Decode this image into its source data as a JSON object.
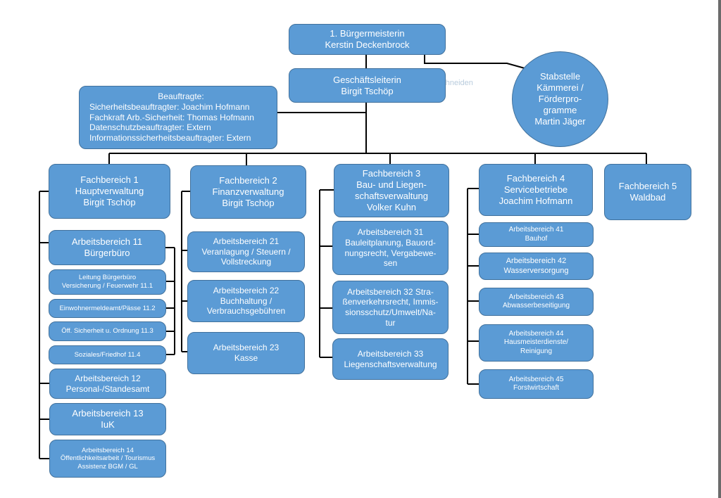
{
  "mayor": {
    "lines": [
      "1. Bürgermeisterin",
      "Kerstin Deckenbrock"
    ]
  },
  "manager": {
    "lines": [
      "Geschäftsleiterin",
      "Birgit Tschöp"
    ]
  },
  "staff_unit": {
    "lines": [
      "Stabstelle",
      "Kämmerei /",
      "Förderpro-",
      "gramme",
      "Martin Jäger"
    ]
  },
  "commissioners": {
    "lines": [
      "Beauftragte:",
      "Sicherheitsbeauftragter: Joachim Hofmann",
      "Fachkraft Arb.-Sicherheit: Thomas Hofmann",
      "Datenschutzbeauftragter: Extern",
      "Informationssicherheitsbeauftragter: Extern"
    ]
  },
  "ghost_text": "teckiges Ausschneiden",
  "departments": {
    "fb1": {
      "lines": [
        "Fachbereich 1",
        "Hauptverwaltung",
        "Birgit Tschöp"
      ]
    },
    "fb2": {
      "lines": [
        "Fachbereich 2",
        "Finanzverwaltung",
        "Birgit Tschöp"
      ]
    },
    "fb3": {
      "lines": [
        "Fachbereich 3",
        "Bau- und Liegen-",
        "schaftsverwaltung",
        "Volker Kuhn"
      ]
    },
    "fb4": {
      "lines": [
        "Fachbereich 4",
        "Servicebetriebe",
        "Joachim Hofmann"
      ]
    },
    "fb5": {
      "lines": [
        "Fachbereich 5",
        "Waldbad"
      ]
    }
  },
  "units": {
    "ab11": {
      "lines": [
        "Arbeitsbereich 11",
        "Bürgerbüro"
      ]
    },
    "ab111": {
      "lines": [
        "Leitung Bürgerbüro",
        "Versicherung / Feuerwehr 11.1"
      ]
    },
    "ab112": {
      "lines": [
        "Einwohnermeldeamt/Pässe 11.2"
      ]
    },
    "ab113": {
      "lines": [
        "Öff. Sicherheit u. Ordnung 11.3"
      ]
    },
    "ab114": {
      "lines": [
        "Soziales/Friedhof 11.4"
      ]
    },
    "ab12": {
      "lines": [
        "Arbeitsbereich 12",
        "Personal-/Standesamt"
      ]
    },
    "ab13": {
      "lines": [
        "Arbeitsbereich 13",
        "IuK"
      ]
    },
    "ab14": {
      "lines": [
        "Arbeitsbereich 14",
        "Öffentlichkeitsarbeit / Tourismus",
        "Assistenz BGM / GL"
      ]
    },
    "ab21": {
      "lines": [
        "Arbeitsbereich 21",
        "Veranlagung / Steuern /",
        "Vollstreckung"
      ]
    },
    "ab22": {
      "lines": [
        "Arbeitsbereich 22",
        "Buchhaltung /",
        "Verbrauchsgebühren"
      ]
    },
    "ab23": {
      "lines": [
        "Arbeitsbereich 23",
        "Kasse"
      ]
    },
    "ab31": {
      "lines": [
        "Arbeitsbereich 31",
        "Bauleitplanung, Bauord-",
        "nungsrecht, Vergabewe-",
        "sen"
      ]
    },
    "ab32": {
      "lines": [
        "Arbeitsbereich 32 Stra-",
        "ßenverkehrsrecht, Immis-",
        "sionsschutz/Umwelt/Na-",
        "tur"
      ]
    },
    "ab33": {
      "lines": [
        "Arbeitsbereich 33",
        "Liegenschaftsverwaltung"
      ]
    },
    "ab41": {
      "lines": [
        "Arbeitsbereich 41",
        "Bauhof"
      ]
    },
    "ab42": {
      "lines": [
        "Arbeitsbereich 42",
        "Wasserversorgung"
      ]
    },
    "ab43": {
      "lines": [
        "Arbeitsbereich 43",
        "Abwasserbeseitigung"
      ]
    },
    "ab44": {
      "lines": [
        "Arbeitsbereich 44",
        "Hausmeisterdienste/",
        "Reinigung"
      ]
    },
    "ab45": {
      "lines": [
        "Arbeitsbereich 45",
        "Forstwirtschaft"
      ]
    }
  },
  "colors": {
    "box_fill": "#5b9bd5",
    "box_border": "#41719c",
    "connector": "#000000",
    "text": "#ffffff"
  }
}
